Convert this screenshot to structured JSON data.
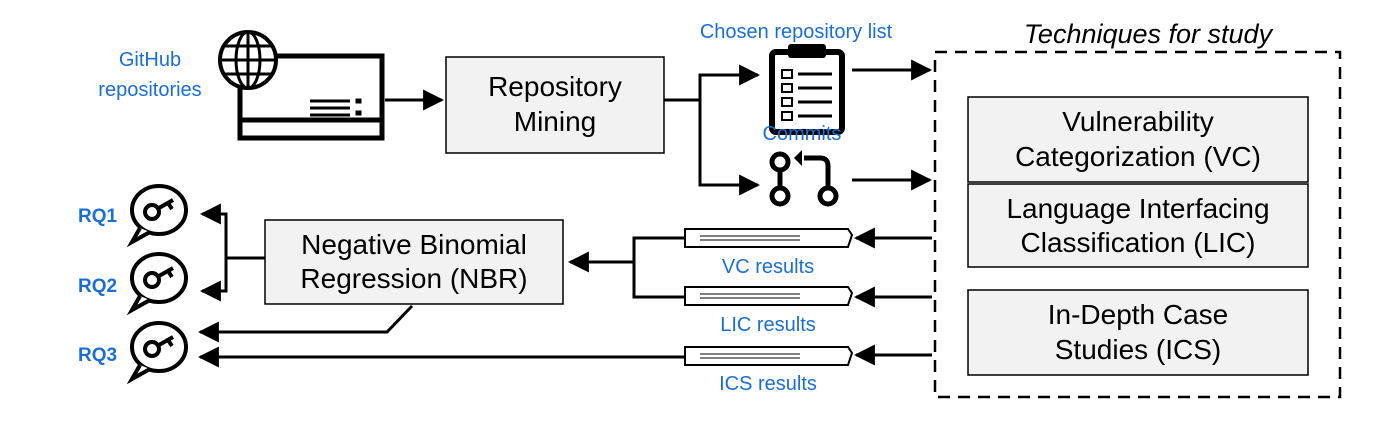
{
  "sources": {
    "github_label_line1": "GitHub",
    "github_label_line2": "repositories"
  },
  "mining": {
    "line1": "Repository",
    "line2": "Mining"
  },
  "outputs": {
    "chosen_list_label": "Chosen repository list",
    "commits_label": "Commits"
  },
  "techniques": {
    "title": "Techniques for study",
    "vc_line1": "Vulnerability",
    "vc_line2": "Categorization (VC)",
    "lic_line1": "Language Interfacing",
    "lic_line2": "Classification (LIC)",
    "ics_line1": "In-Depth Case",
    "ics_line2": "Studies (ICS)"
  },
  "results": {
    "vc": "VC results",
    "lic": "LIC results",
    "ics": "ICS results"
  },
  "nbr": {
    "line1": "Negative Binomial",
    "line2": "Regression (NBR)"
  },
  "research_questions": {
    "rq1": "RQ1",
    "rq2": "RQ2",
    "rq3": "RQ3"
  },
  "colors": {
    "label_blue": "#1a6fd6",
    "box_fill": "#f2f2f2",
    "stroke": "#000000"
  },
  "icons": [
    "globe-server-icon",
    "checklist-document-icon",
    "git-pull-request-icon",
    "report-document-icon",
    "speech-bubble-key-icon"
  ]
}
